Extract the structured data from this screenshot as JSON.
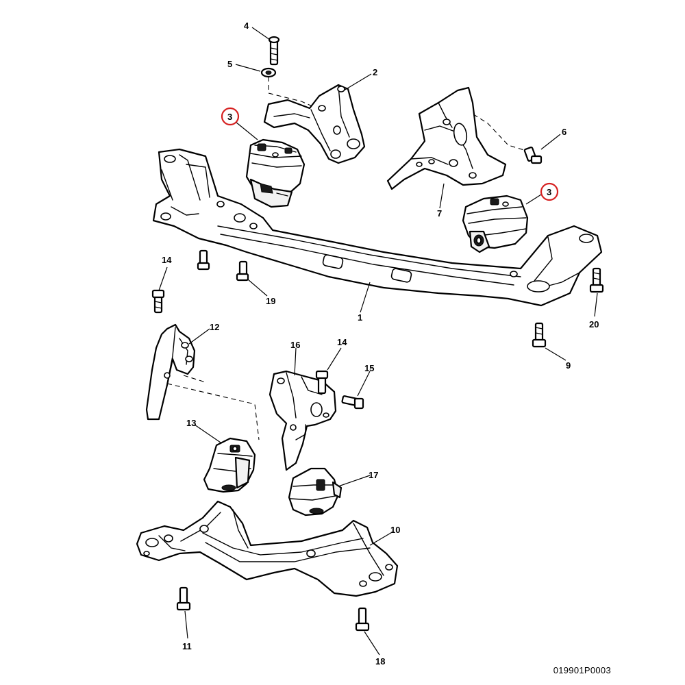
{
  "diagram": {
    "reference_code": "019901P0003",
    "highlight_color": "#d62020",
    "callouts": {
      "c1": "1",
      "c2": "2",
      "c3a": "3",
      "c3b": "3",
      "c4": "4",
      "c5": "5",
      "c6": "6",
      "c7": "7",
      "c9": "9",
      "c10": "10",
      "c11": "11",
      "c12": "12",
      "c13": "13",
      "c14a": "14",
      "c14b": "14",
      "c15": "15",
      "c16": "16",
      "c17": "17",
      "c18": "18",
      "c19": "19",
      "c20": "20"
    },
    "highlighted_callouts": [
      "c3a",
      "c3b"
    ]
  }
}
